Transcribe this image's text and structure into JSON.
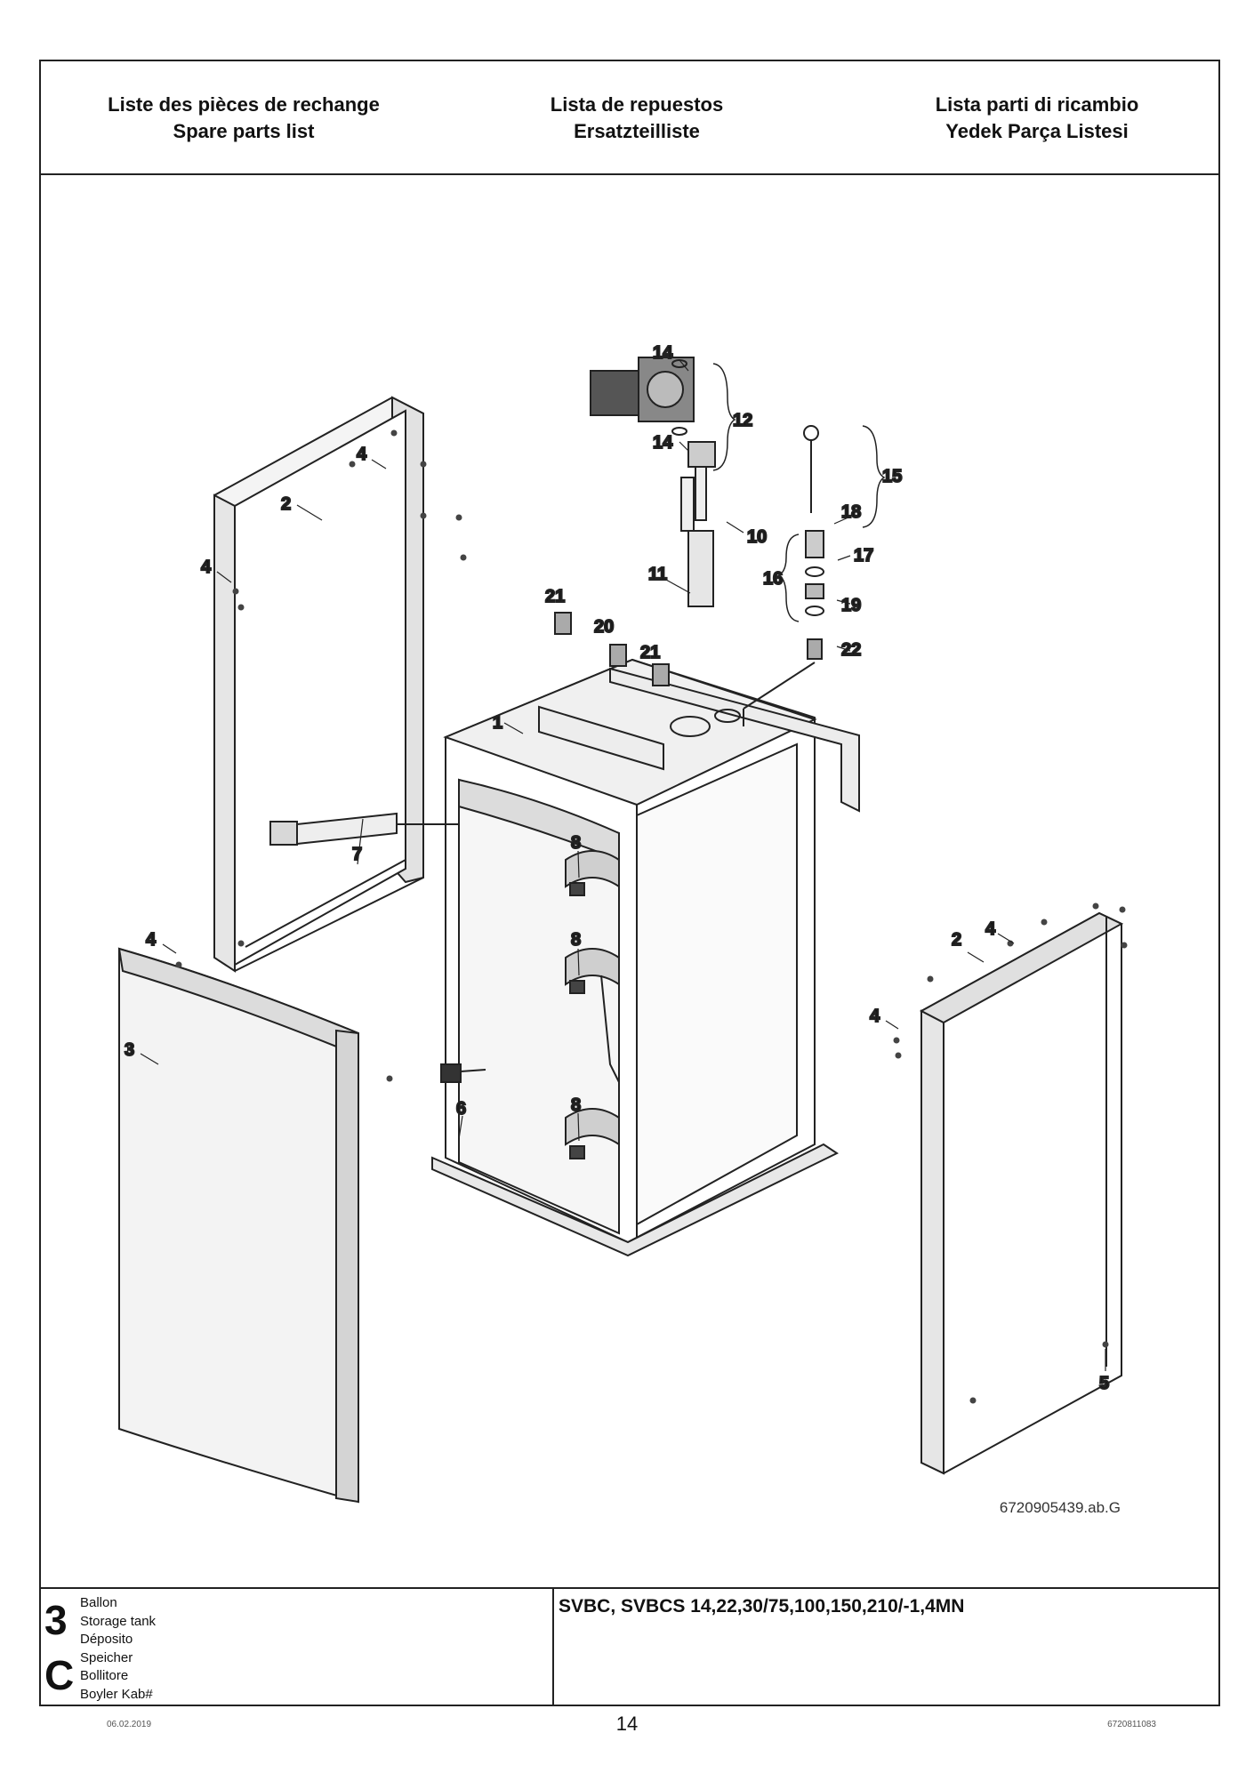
{
  "header": {
    "col1": [
      "Liste des pièces de rechange",
      "Spare parts list"
    ],
    "col2": [
      "Lista de repuestos",
      "Ersatzteilliste"
    ],
    "col3": [
      "Lista parti di ricambio",
      "Yedek Parça Listesi"
    ]
  },
  "drawing": {
    "ref": "6720905439.ab.G",
    "callouts": {
      "c1": "1",
      "c2a": "2",
      "c2b": "2",
      "c3": "3",
      "c4a": "4",
      "c4b": "4",
      "c4c": "4",
      "c4d": "4",
      "c4e": "4",
      "c5": "5",
      "c6": "6",
      "c7": "7",
      "c8a": "8",
      "c8b": "8",
      "c8c": "8",
      "c10": "10",
      "c11": "11",
      "c12": "12",
      "c14a": "14",
      "c14b": "14",
      "c15": "15",
      "c16": "16",
      "c17": "17",
      "c18": "18",
      "c19": "19",
      "c20": "20",
      "c21a": "21",
      "c21b": "21",
      "c22": "22"
    }
  },
  "footer": {
    "section_number": "3",
    "section_letter": "C",
    "names": [
      "Ballon",
      "Storage tank",
      "Déposito",
      "Speicher",
      "Bollitore",
      "Boyler Kab#"
    ],
    "model": "SVBC, SVBCS 14,22,30/75,100,150,210/-1,4MN"
  },
  "page": {
    "date": "06.02.2019",
    "number": "14",
    "code": "6720811083"
  }
}
